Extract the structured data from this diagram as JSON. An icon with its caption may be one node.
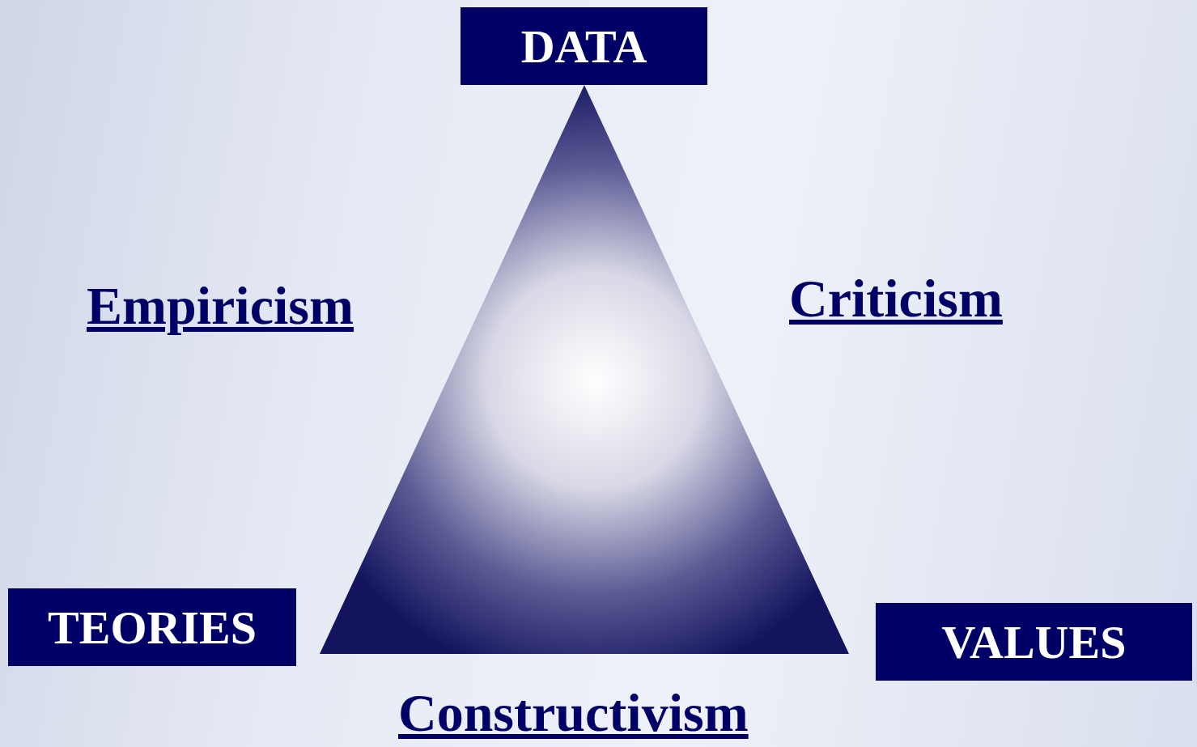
{
  "diagram": {
    "nodes": [
      {
        "text": [
          "DATA"
        ]
      },
      {
        "text": [
          "TEORIES"
        ]
      },
      {
        "text": [
          "VALUES"
        ]
      }
    ],
    "labels": [
      "Empiricism",
      "Criticism",
      "Constructivism"
    ]
  }
}
